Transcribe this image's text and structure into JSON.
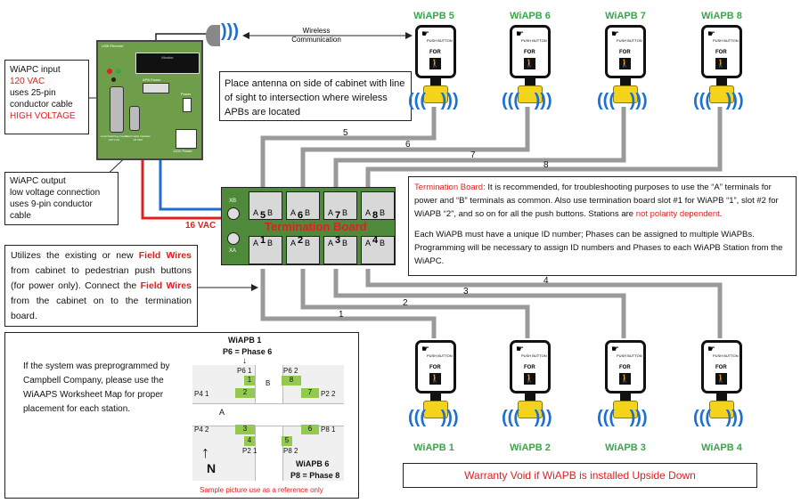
{
  "cabinet": {
    "top_left_label": "Load Switching Output",
    "apb_power": "APB Power",
    "power": "Power",
    "usb": "USB Ethernet",
    "config": "Config Output",
    "power120": "120V Power",
    "monitor_label": "Monitor",
    "rs_label": "Load Switching Output 120 V AC",
    "mid_label": "Field Cable Interface 24 VDC"
  },
  "antenna": {
    "wireless_label": "Wireless Communication",
    "note": "Place antenna on side of cabinet with line of sight to intersection where wireless APBs are located"
  },
  "wiapc_input": {
    "line1": "WiAPC input",
    "line2": "120 VAC",
    "line3": "uses 25-pin",
    "line4": "conductor cable",
    "line5": "HIGH VOLTAGE"
  },
  "wiapc_output": {
    "line1": "WiAPC output",
    "line2": "low voltage connection",
    "line3": "uses 9-pin conductor",
    "line4": "cable"
  },
  "termination": {
    "title": "Termination Board",
    "vac": "16 VAC",
    "xb": "XB",
    "xa": "XA",
    "slots": [
      "1",
      "2",
      "3",
      "4"
    ],
    "top_slots": [
      "5",
      "6",
      "7",
      "8"
    ],
    "a": "A",
    "b": "B"
  },
  "termination_note": {
    "label": "Termination Board:",
    "text1": " It is recommended, for troubleshooting purposes to use the “A” terminals for power and “B” terminals as common. Also use termination board slot #1 for WiAPB “1”, slot #2 for WiAPB “2”, and so on for all the push buttons. Stations are ",
    "not_polarity": "not polarity dependent",
    "period": ".",
    "text2": "Each WiAPB must have a unique ID number; Phases can be assigned to multiple WiAPBs. Programming will be necessary to assign ID numbers and Phases to each WiAPB Station from the WiAPC."
  },
  "field_wires": {
    "t1": "Utilizes the existing or new ",
    "fw1": "Field Wires",
    "t2": " from cabinet to pedestrian push buttons (for power only). Connect the ",
    "fw2": "Field Wires",
    "t3": " from the cabinet on to the termination board."
  },
  "worksheet": {
    "text": "If the system was preprogrammed by Campbell Company, please use the WiAAPS Worksheet Map for proper placement for each station.",
    "wiapb1": "WiAPB 1",
    "p6": "P6 = Phase 6",
    "wiapb6": "WiAPB 6",
    "p8": "P8 = Phase 8",
    "sample": "Sample picture use as a reference only",
    "cells": {
      "p6_1": "P6 1",
      "p6_2": "P6 2",
      "p4_1": "P4 1",
      "p2_2": "P2 2",
      "p4_2": "P4 2",
      "p8_1": "P8 1",
      "p2_1": "P2 1",
      "p8_2": "P8 2",
      "n1": "1",
      "n2": "2",
      "n3": "3",
      "n4": "4",
      "n5": "5",
      "n6": "6",
      "n7": "7",
      "n8": "8",
      "a": "A",
      "b": "B",
      "north": "N"
    }
  },
  "stations_top": [
    "WiAPB 5",
    "WiAPB 6",
    "WiAPB 7",
    "WiAPB 8"
  ],
  "stations_bottom": [
    "WiAPB 1",
    "WiAPB 2",
    "WiAPB 3",
    "WiAPB 4"
  ],
  "push_button_text": "PUSH BUTTON",
  "for_text": "FOR",
  "wire_numbers_top": [
    "5",
    "6",
    "7",
    "8"
  ],
  "wire_numbers_bottom": [
    "1",
    "2",
    "3",
    "4"
  ],
  "warranty": "Warranty Void if WiAPB is installed Upside Down",
  "colors": {
    "red": "#e02020",
    "green": "#3aa54a",
    "cabinet": "#6e9e4a",
    "board": "#4f8a3a",
    "board_title": "#e02020",
    "wire": "#9a9a9a",
    "blue": "#1d6fd1",
    "yellow": "#f3d31c"
  }
}
